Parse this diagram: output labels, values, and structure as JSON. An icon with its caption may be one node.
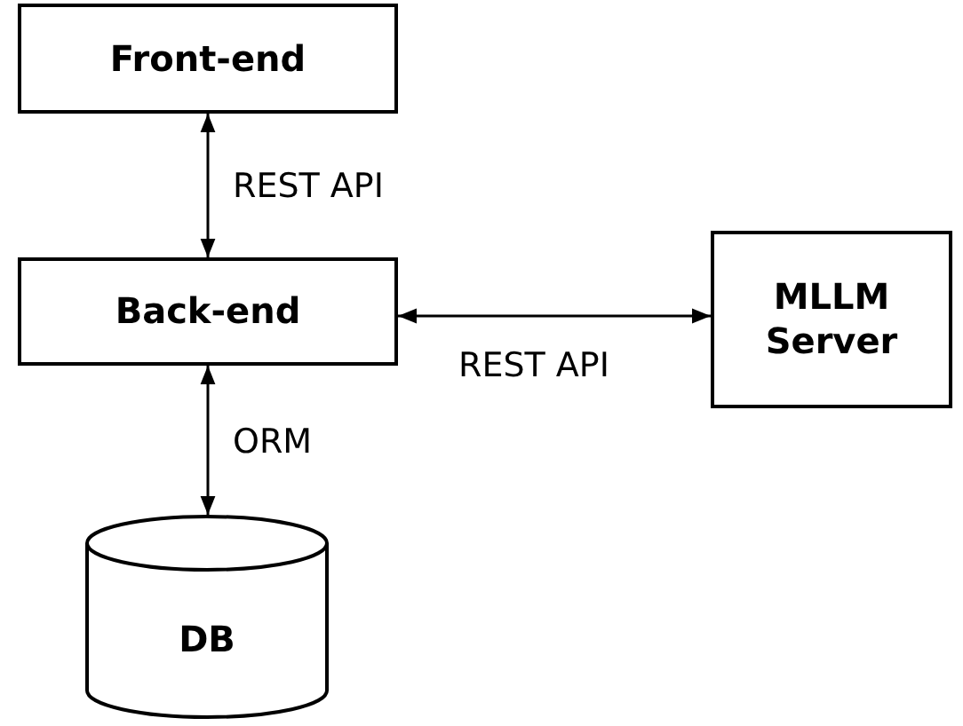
{
  "diagram": {
    "nodes": [
      {
        "text": [
          "Front-end"
        ]
      },
      {
        "text": [
          "Back-end"
        ]
      },
      {
        "text": [
          "MLLM Server"
        ]
      },
      {
        "text": [
          "DB"
        ]
      }
    ],
    "edges": [
      {
        "from": 0,
        "to": 1,
        "arrow": "both",
        "label": "REST API"
      },
      {
        "from": 1,
        "to": 2,
        "arrow": "both",
        "label": "REST API"
      },
      {
        "from": 1,
        "to": 3,
        "arrow": "both",
        "label": "ORM"
      }
    ]
  }
}
